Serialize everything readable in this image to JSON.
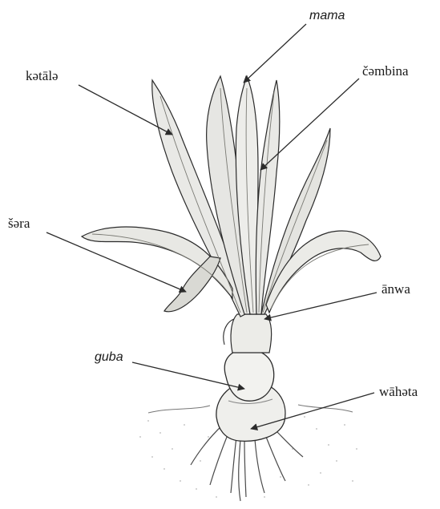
{
  "labels": {
    "mama": "mama",
    "katala": "kətālə",
    "cambina": "čəmbina",
    "sara": "šəra",
    "anwa": "ānwa",
    "guba": "guba",
    "waheta": "wāhəta"
  },
  "colors": {
    "line": "#2b2b2b",
    "leaf_fill": "#e9e9e6",
    "leaf_shade": "#bcbcb6",
    "root": "#4a4a4a",
    "ground": "#9a9a9a"
  }
}
